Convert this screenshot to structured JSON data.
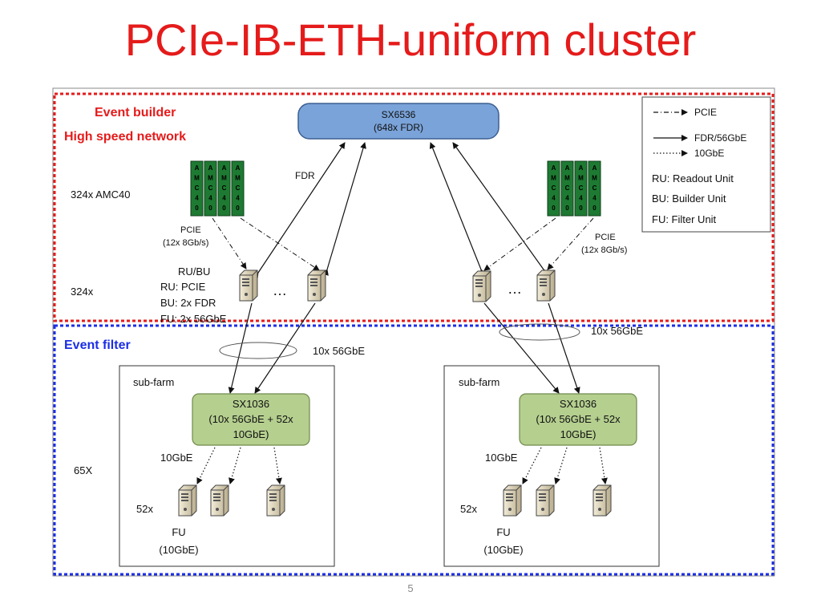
{
  "title": "PCIe-IB-ETH-uniform cluster",
  "page_number": "5",
  "event_builder": {
    "line1": "Event builder",
    "line2": "High speed network"
  },
  "event_filter": {
    "label": "Event filter"
  },
  "core_switch": {
    "name": "SX6536",
    "ports": "(648x FDR)"
  },
  "left_labels": {
    "amc": "324x AMC40",
    "servers": "324x",
    "subfarms": "65X"
  },
  "amc_card_text": [
    "A",
    "M",
    "C",
    "4",
    "0"
  ],
  "link_labels": {
    "fdr": "FDR",
    "pcie_left_1": "PCIE",
    "pcie_left_2": "(12x 8Gb/s)",
    "pcie_right_1": "PCIE",
    "pcie_right_2": "(12x 8Gb/s)",
    "uplink_left": "10x 56GbE",
    "uplink_right": "10x 56GbE"
  },
  "rubu": {
    "title": "RU/BU",
    "ru": "RU: PCIE",
    "bu": "BU: 2x FDR",
    "fu": "FU: 2x 56GbE"
  },
  "ellipsis": "…",
  "legend": {
    "pcie": "PCIE",
    "fdr": "FDR/56GbE",
    "tengbe": "10GbE",
    "ru": "RU: Readout Unit",
    "bu": "BU: Builder Unit",
    "fu": "FU: Filter Unit"
  },
  "subfarms": [
    {
      "label": "sub-farm",
      "switch_line1": "SX1036",
      "switch_line2": "(10x 56GbE + 52x",
      "switch_line3": "10GbE)",
      "link": "10GbE",
      "count": "52x",
      "fu_line1": "FU",
      "fu_line2": "(10GbE)"
    },
    {
      "label": "sub-farm",
      "switch_line1": "SX1036",
      "switch_line2": "(10x 56GbE + 52x",
      "switch_line3": "10GbE)",
      "link": "10GbE",
      "count": "52x",
      "fu_line1": "FU",
      "fu_line2": "(10GbE)"
    }
  ],
  "colors": {
    "title": "#e51b1b",
    "event_builder_border": "#e51b1b",
    "event_filter_border": "#1b2ee5",
    "core_switch_fill": "#7aa3d9",
    "subfarm_switch_fill": "#b5cf8f",
    "amc_fill": "#1e7a32"
  }
}
